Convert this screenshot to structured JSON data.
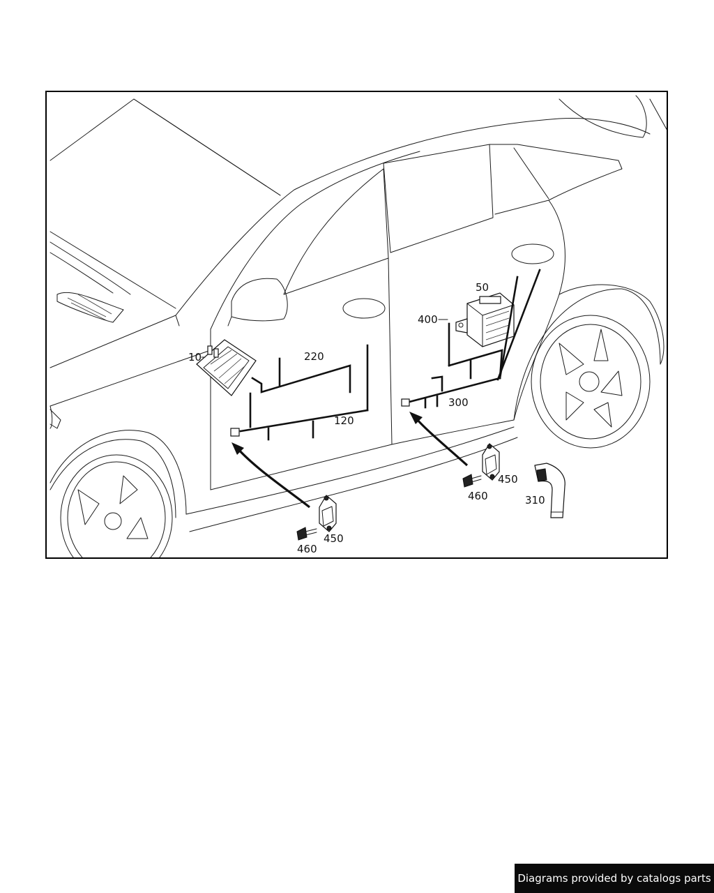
{
  "diagram": {
    "callouts": {
      "c10": "10",
      "c50": "50",
      "c120": "120",
      "c220": "220",
      "c300": "300",
      "c310": "310",
      "c400": "400",
      "c450_front": "450",
      "c460_front": "460",
      "c450_rear": "450",
      "c460_rear": "460"
    }
  },
  "footer": {
    "credit": "Diagrams provided by catalogs parts"
  },
  "colors": {
    "line": "#1a1a1a",
    "banner_bg": "#0a0a0a",
    "banner_text": "#ffffff"
  }
}
